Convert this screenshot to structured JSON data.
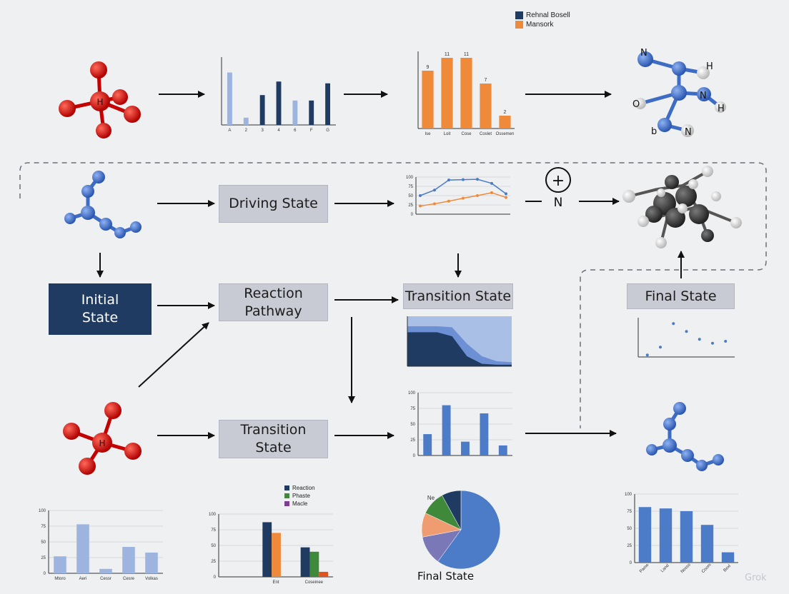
{
  "boxes": {
    "driving_state": "Driving State",
    "initial_state_line1": "Initial",
    "initial_state_line2": "State",
    "reaction_pathway": "Reaction Pathway",
    "transition_state_top": "Transition State",
    "transition_state_lower_line1": "Transition",
    "transition_state_lower_line2": "State",
    "final_state": "Final State",
    "final_state_caption": "Final State"
  },
  "operator": {
    "symbol": "+",
    "label": "N"
  },
  "colors": {
    "navy": "#1f3b62",
    "orange": "#ef8a3a",
    "blue": "#4c7bc7",
    "lightblue": "#9db4df",
    "green": "#3f8a3a",
    "purple": "#7b3f8f",
    "red": "#d41414"
  },
  "molecule_labels": {
    "center_red": "H",
    "blue_nodes": [
      "N",
      "N",
      "H",
      "H",
      "O",
      "b",
      "N"
    ]
  },
  "chart_data": [
    {
      "id": "bars-top-left",
      "type": "bar",
      "categories": [
        "A",
        "2",
        "3",
        "4",
        "6",
        "F",
        "G"
      ],
      "values": [
        58,
        8,
        33,
        48,
        27,
        27,
        46
      ],
      "ylim": [
        0,
        75
      ],
      "note": "mixed light blue and navy bars"
    },
    {
      "id": "bars-top-orange",
      "type": "bar",
      "legend": [
        "Rehnal Bosell",
        "Mansork"
      ],
      "categories": [
        "Ise",
        "Loit",
        "Cose",
        "Coslet",
        "Ossemen"
      ],
      "values": [
        9,
        11,
        11,
        7,
        2
      ],
      "value_labels": [
        "9",
        "11",
        "11",
        "7",
        "2"
      ],
      "ylim": [
        0,
        12
      ]
    },
    {
      "id": "line-driving",
      "type": "line",
      "ylim": [
        0,
        100
      ],
      "series": [
        {
          "values": [
            50,
            65,
            92,
            93,
            94,
            83,
            55
          ]
        },
        {
          "values": [
            22,
            28,
            35,
            43,
            50,
            58,
            45
          ]
        }
      ]
    },
    {
      "id": "area-transition",
      "type": "area",
      "ylim": [
        0,
        100
      ],
      "series": [
        {
          "values": [
            80,
            80,
            80,
            78,
            45,
            20,
            10,
            8
          ]
        },
        {
          "values": [
            68,
            68,
            68,
            60,
            20,
            5,
            3,
            3
          ]
        }
      ]
    },
    {
      "id": "scatter-final",
      "type": "scatter",
      "points": [
        [
          1,
          1
        ],
        [
          2,
          5
        ],
        [
          3,
          17
        ],
        [
          4,
          13
        ],
        [
          5,
          9
        ],
        [
          6,
          7
        ],
        [
          7,
          8
        ]
      ],
      "ylim": [
        0,
        20
      ]
    },
    {
      "id": "bars-middle",
      "type": "bar",
      "ylim": [
        0,
        100
      ],
      "values": [
        34,
        80,
        22,
        67,
        16
      ]
    },
    {
      "id": "bars-bottom-left",
      "type": "bar",
      "categories": [
        "Mtoro",
        "Aeri",
        "Cessr",
        "Cesre",
        "Volkas"
      ],
      "ylim": [
        0,
        100
      ],
      "values": [
        27,
        78,
        7,
        42,
        33
      ]
    },
    {
      "id": "bars-bottom-grouped",
      "type": "bar",
      "legend": [
        "Reaction",
        "Phaste",
        "Macle"
      ],
      "categories": [
        "",
        "Ent",
        "Coseinee"
      ],
      "ylim": [
        0,
        100
      ],
      "series": [
        {
          "values": [
            0,
            87,
            47
          ]
        },
        {
          "values": [
            0,
            70,
            40
          ]
        },
        {
          "values": [
            0,
            0,
            8
          ]
        }
      ]
    },
    {
      "id": "pie-final",
      "type": "pie",
      "label": "Ne",
      "values": [
        60,
        12,
        10,
        10,
        8
      ]
    },
    {
      "id": "bars-bottom-right",
      "type": "bar",
      "categories": [
        "Pame",
        "Land",
        "Nosss",
        "Coom",
        "Bexl"
      ],
      "ylim": [
        0,
        100
      ],
      "values": [
        81,
        79,
        75,
        55,
        15
      ]
    }
  ],
  "watermark": "Grok"
}
